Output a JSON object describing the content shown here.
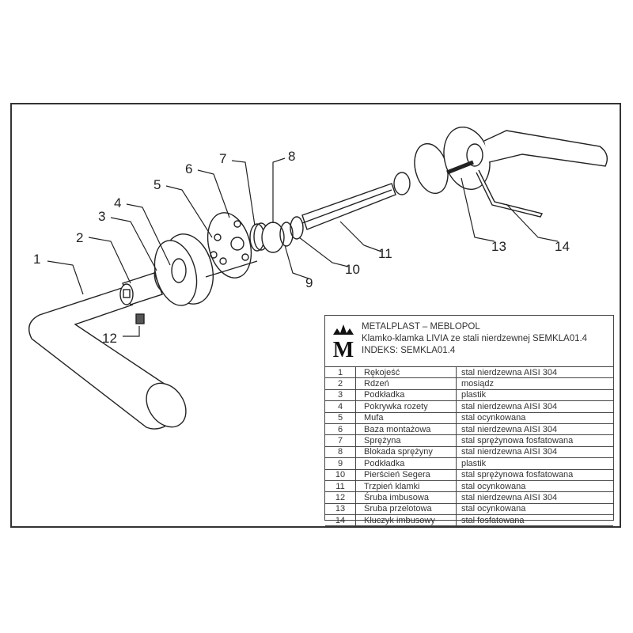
{
  "callouts": [
    "1",
    "2",
    "3",
    "4",
    "5",
    "6",
    "7",
    "8",
    "9",
    "10",
    "11",
    "12",
    "13",
    "14"
  ],
  "title_block": {
    "logo_letter": "M",
    "company": "METALPLAST – MEBLOPOL",
    "product": "Klamko-klamka LIVIA ze stali nierdzewnej SEMKLA01.4",
    "index": "INDEKS: SEMKLA01.4"
  },
  "parts": [
    {
      "no": "1",
      "name": "Rękojeść",
      "material": "stal nierdzewna AISI 304"
    },
    {
      "no": "2",
      "name": "Rdzeń",
      "material": "mosiądz"
    },
    {
      "no": "3",
      "name": "Podkładka",
      "material": "plastik"
    },
    {
      "no": "4",
      "name": "Pokrywka rozety",
      "material": "stal nierdzewna AISI 304"
    },
    {
      "no": "5",
      "name": "Mufa",
      "material": "stal ocynkowana"
    },
    {
      "no": "6",
      "name": "Baza montażowa",
      "material": "stal nierdzewna AISI 304"
    },
    {
      "no": "7",
      "name": "Sprężyna",
      "material": "stal sprężynowa fosfatowana"
    },
    {
      "no": "8",
      "name": "Blokada sprężyny",
      "material": "stal nierdzewna AISI 304"
    },
    {
      "no": "9",
      "name": "Podkładka",
      "material": "plastik"
    },
    {
      "no": "10",
      "name": "Pierścień Segera",
      "material": "stal sprężynowa fosfatowana"
    },
    {
      "no": "11",
      "name": "Trzpień klamki",
      "material": "stal ocynkowana"
    },
    {
      "no": "12",
      "name": "Śruba imbusowa",
      "material": "stal nierdzewna AISI 304"
    },
    {
      "no": "13",
      "name": "Śruba przelotowa",
      "material": "stal ocynkowana"
    },
    {
      "no": "14",
      "name": "Kluczyk imbusowy",
      "material": "stal fosfatowana"
    }
  ]
}
